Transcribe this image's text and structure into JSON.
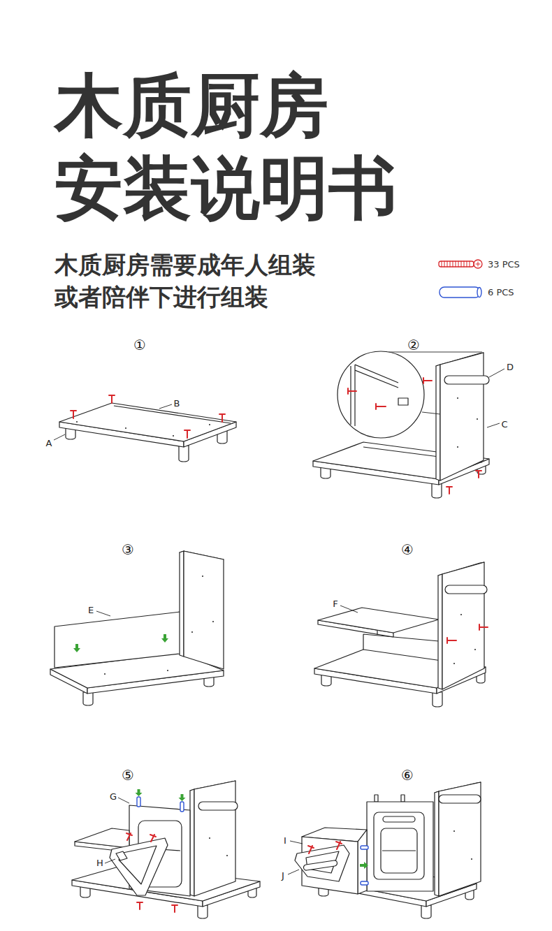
{
  "diagram": {
    "title": "木质厨房 安装说明书",
    "labels": [
      "木质厨房需要成年人组装 或者陪伴下进行组装",
      "①",
      "B",
      "A",
      "②",
      "D",
      "C",
      "③",
      "E",
      "④",
      "F",
      "⑤",
      "G",
      "H",
      "⑥",
      "I",
      "J"
    ],
    "legend": [
      {
        "text": "33 PCS"
      },
      {
        "text": "6 PCS"
      }
    ]
  }
}
